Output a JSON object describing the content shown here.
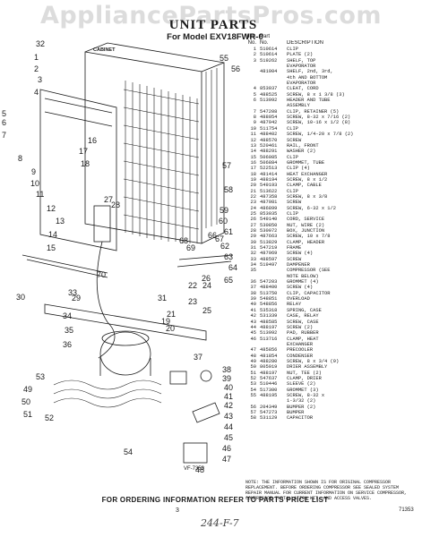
{
  "watermark": "AppliancePartsPros.com",
  "title": "UNIT PARTS",
  "model": "For Model EXV18FWR-0",
  "cabinet_label": "CABINET",
  "vf_label": "VF-7353",
  "table_header": {
    "illus": "Illus.",
    "no": "No.",
    "part": "Part",
    "partno": "No.",
    "desc": "DESCRIPTION"
  },
  "parts": [
    {
      "no": "1",
      "pn": "510614",
      "desc": "CLIP"
    },
    {
      "no": "2",
      "pn": "510614",
      "desc": "PLATE (2)"
    },
    {
      "no": "3",
      "pn": "519262",
      "desc": "SHELF, TOP"
    },
    {
      "no": "",
      "pn": "",
      "desc": "EVAPORATOR"
    },
    {
      "no": "",
      "pn": "481904",
      "desc": "SHELF, 2nd, 3rd,"
    },
    {
      "no": "",
      "pn": "",
      "desc": "4th AND BOTTOM"
    },
    {
      "no": "",
      "pn": "",
      "desc": "EVAPORATOR"
    },
    {
      "no": "4",
      "pn": "853037",
      "desc": "CLEAT, CORD"
    },
    {
      "no": "5",
      "pn": "488525",
      "desc": "SCREW, 8 x 1 3/8 (3)"
    },
    {
      "no": "6",
      "pn": "513992",
      "desc": "HEADER AND TUBE"
    },
    {
      "no": "",
      "pn": "",
      "desc": "ASSEMBLY"
    },
    {
      "no": "7",
      "pn": "547208",
      "desc": "CLIP, RETAINER (5)"
    },
    {
      "no": "8",
      "pn": "488054",
      "desc": "SCREW, 8-32 x 7/16 (2)"
    },
    {
      "no": "9",
      "pn": "487942",
      "desc": "SCREW, 10-16 x 1/2 (8)"
    },
    {
      "no": "10",
      "pn": "511754",
      "desc": "CLIP"
    },
    {
      "no": "11",
      "pn": "488402",
      "desc": "SCREW, 1/4-20 x 7/8 (2)"
    },
    {
      "no": "12",
      "pn": "488570",
      "desc": "SCREW"
    },
    {
      "no": "13",
      "pn": "520461",
      "desc": "RAIL, FRONT"
    },
    {
      "no": "14",
      "pn": "488291",
      "desc": "WASHER (2)"
    },
    {
      "no": "15",
      "pn": "506085",
      "desc": "CLIP"
    },
    {
      "no": "16",
      "pn": "506884",
      "desc": "GROMMET, TUBE"
    },
    {
      "no": "17",
      "pn": "522513",
      "desc": "CLIP (4)"
    },
    {
      "no": "18",
      "pn": "481414",
      "desc": "HEAT EXCHANGER"
    },
    {
      "no": "19",
      "pn": "488194",
      "desc": "SCREW, 8 x 1/2"
    },
    {
      "no": "20",
      "pn": "549193",
      "desc": "CLAMP, CABLE"
    },
    {
      "no": "21",
      "pn": "513622",
      "desc": "CLIP"
    },
    {
      "no": "22",
      "pn": "487358",
      "desc": "SCREW, 8 x 3/8"
    },
    {
      "no": "23",
      "pn": "487981",
      "desc": "SCREW"
    },
    {
      "no": "24",
      "pn": "486899",
      "desc": "SCREW, 6-32 x 1/2"
    },
    {
      "no": "25",
      "pn": "853035",
      "desc": "CLIP"
    },
    {
      "no": "26",
      "pn": "549140",
      "desc": "CORD, SERVICE"
    },
    {
      "no": "27",
      "pn": "530850",
      "desc": "NUT, WIRE (2)"
    },
    {
      "no": "28",
      "pn": "530072",
      "desc": "BOX, JUNCTION"
    },
    {
      "no": "29",
      "pn": "487663",
      "desc": "SCREW, 10 x 7/8"
    },
    {
      "no": "30",
      "pn": "513829",
      "desc": "CLAMP, HEADER"
    },
    {
      "no": "31",
      "pn": "547219",
      "desc": "FRAME"
    },
    {
      "no": "32",
      "pn": "487969",
      "desc": "SCREW (4)"
    },
    {
      "no": "33",
      "pn": "488597",
      "desc": "SCREW"
    },
    {
      "no": "34",
      "pn": "519497",
      "desc": "DAMPENER"
    },
    {
      "no": "35",
      "pn": "",
      "desc": "COMPRESSOR (SEE"
    },
    {
      "no": "",
      "pn": "",
      "desc": "NOTE BELOW)"
    },
    {
      "no": "36",
      "pn": "547203",
      "desc": "GROMMET (4)"
    },
    {
      "no": "37",
      "pn": "488400",
      "desc": "SCREW (4)"
    },
    {
      "no": "38",
      "pn": "513750",
      "desc": "CLIP, CAPACITOR"
    },
    {
      "no": "39",
      "pn": "548851",
      "desc": "OVERLOAD"
    },
    {
      "no": "40",
      "pn": "548856",
      "desc": "RELAY"
    },
    {
      "no": "41",
      "pn": "535318",
      "desc": "SPRING, CASE"
    },
    {
      "no": "42",
      "pn": "531339",
      "desc": "CASE, RELAY"
    },
    {
      "no": "43",
      "pn": "488585",
      "desc": "SCREW, CASE"
    },
    {
      "no": "44",
      "pn": "488197",
      "desc": "SCREW (2)"
    },
    {
      "no": "45",
      "pn": "513992",
      "desc": "PAD, RUBBER"
    },
    {
      "no": "46",
      "pn": "513716",
      "desc": "CLAMP, HEAT"
    },
    {
      "no": "",
      "pn": "",
      "desc": "EXCHANGER"
    },
    {
      "no": "47",
      "pn": "485856",
      "desc": "PRECOOLER"
    },
    {
      "no": "48",
      "pn": "481854",
      "desc": "CONDENSER"
    },
    {
      "no": "49",
      "pn": "488280",
      "desc": "SCREW, 8 x 3/4 (9)"
    },
    {
      "no": "50",
      "pn": "805919",
      "desc": "DRIER ASSEMBLY"
    },
    {
      "no": "51",
      "pn": "488197",
      "desc": "NUT, TEE (2)"
    },
    {
      "no": "52",
      "pn": "547637",
      "desc": "CLAMP, DRIER"
    },
    {
      "no": "53",
      "pn": "510446",
      "desc": "SLEEVE (2)"
    },
    {
      "no": "54",
      "pn": "517300",
      "desc": "GROMMET (3)"
    },
    {
      "no": "55",
      "pn": "488195",
      "desc": "SCREW, 8-32 x"
    },
    {
      "no": "",
      "pn": "",
      "desc": "1-3/32 (2)"
    },
    {
      "no": "56",
      "pn": "204349",
      "desc": "BUMPER (2)"
    },
    {
      "no": "57",
      "pn": "547273",
      "desc": "BUMPER"
    },
    {
      "no": "58",
      "pn": "531129",
      "desc": "CAPACITOR"
    }
  ],
  "note": "NOTE: THE INFORMATION SHOWN IS FOR ORIGINAL COMPRESSOR REPLACEMENT. BEFORE ORDERING COMPRESSOR SEE SEALED SYSTEM REPAIR MANUAL FOR CURRENT INFORMATION ON SERVICE COMPRESSOR, COMPRESSOR INSTALLATION KIT, AND ACCESS VALVES.",
  "footer": "FOR ORDERING INFORMATION REFER TO PARTS PRICE LIST",
  "page_number": "3",
  "doc_number": "71353",
  "handwriting": "244-F-7",
  "callouts": [
    "32",
    "1",
    "2",
    "3",
    "4",
    "5",
    "6",
    "7",
    "8",
    "9",
    "10",
    "11",
    "12",
    "13",
    "14",
    "15",
    "16",
    "17",
    "18",
    "19",
    "20",
    "21",
    "22",
    "23",
    "24",
    "25",
    "26",
    "27",
    "28",
    "29",
    "30",
    "31",
    "33",
    "34",
    "35",
    "36",
    "37",
    "38",
    "39",
    "40",
    "41",
    "42",
    "43",
    "44",
    "45",
    "46",
    "47",
    "48",
    "49",
    "50",
    "51",
    "52",
    "53",
    "54",
    "55",
    "56",
    "57",
    "58",
    "59",
    "60",
    "61",
    "62",
    "63",
    "64",
    "65",
    "66",
    "67",
    "68",
    "69",
    "70"
  ]
}
